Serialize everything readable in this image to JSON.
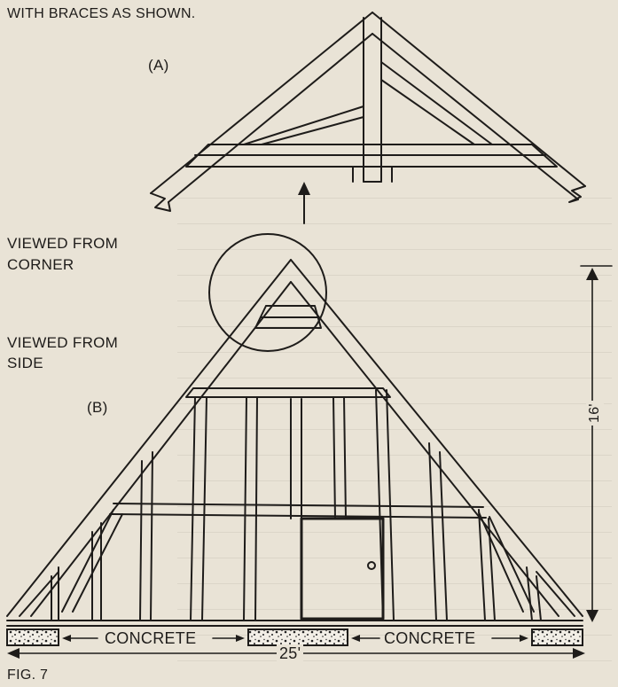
{
  "heading": "WITH BRACES AS SHOWN.",
  "label_a": "(A)",
  "label_corner_1": "VIEWED FROM",
  "label_corner_2": "CORNER",
  "label_side_1": "VIEWED FROM",
  "label_side_2": "SIDE",
  "label_b": "(B)",
  "dim_height": "16'",
  "dim_width": "25'",
  "concrete_left": "CONCRETE",
  "concrete_right": "CONCRETE",
  "figure": "FIG. 7"
}
